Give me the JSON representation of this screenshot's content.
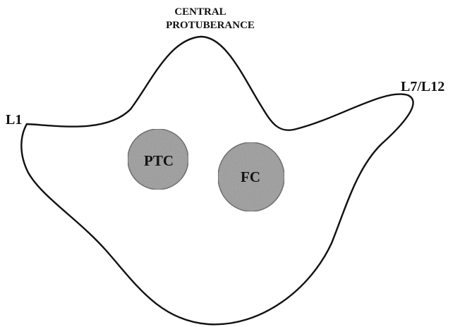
{
  "labels": {
    "central_line1": "CENTRAL",
    "central_line2": "PROTUBERANCE",
    "left": "L1",
    "right": "L7/L12",
    "circle_left": "PTC",
    "circle_right": "FC"
  },
  "colors": {
    "outline": "#111111",
    "circle_fill": "#9a9a9a",
    "circle_stroke": "#555555",
    "background": "#ffffff"
  }
}
